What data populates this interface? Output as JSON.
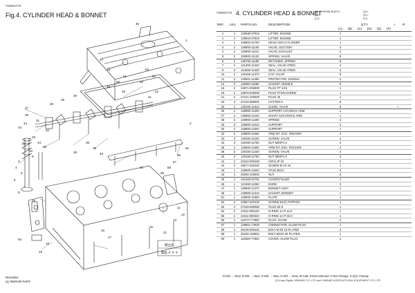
{
  "left_page": {
    "page_code": "Y00W2770",
    "figure_title": "Fig.4.  CYLINDER HEAD & BONNET",
    "remarks": {
      "title": "Remarks:",
      "note": "(1) REPAIR PART."
    },
    "callouts": [
      "1",
      "2",
      "3",
      "4",
      "5",
      "6",
      "7",
      "8",
      "9",
      "10",
      "11",
      "12",
      "13",
      "16",
      "17",
      "18",
      "19",
      "20",
      "21",
      "22",
      "23",
      "25",
      "26",
      "27",
      "28",
      "29",
      "30",
      "31",
      "32",
      "33",
      "34",
      "35",
      "36",
      "38",
      "39",
      "40",
      "41",
      "42",
      "43",
      "44",
      "45",
      "46",
      "47",
      "48",
      "49",
      "50",
      "51",
      "52",
      "53",
      "54",
      "55",
      "56",
      "57",
      "58",
      "59",
      "60"
    ],
    "diagram_labels": {
      "block_label_jp": "組立品",
      "block_label_en": "単品 ✕ ✕ ✕"
    }
  },
  "right_page": {
    "page_code": "Y00W2770",
    "section_title": "4.  CYLINDER HEAD & BONNET",
    "model_legend": [
      "(A)=4TNE88-BQFLC",
      "(B)=",
      "(C)=",
      "(D)=",
      "(E)=",
      "(F)="
    ],
    "headers": {
      "ref": "REF.",
      "lev": "LEV.",
      "parts_no": "PARTS NO.",
      "description": "DESCRIPTION",
      "qty": "Q'TY",
      "i": "I",
      "r": "R",
      "qty_cols": [
        "(A)",
        "(B)",
        "(C)",
        "(D)",
        "(E)",
        "(F)"
      ]
    },
    "rows": [
      {
        "ref": "1",
        "lev": "1",
        "parts_no": "129930-07910",
        "desc": "LIFTER, ENGINE",
        "qty": "1",
        "i": "",
        "grp": true
      },
      {
        "ref": "1",
        "lev": "1",
        "parts_no": "129910-07910",
        "desc": "LIFTER, ENGINE",
        "qty": "1",
        "i": "",
        "grp": false
      },
      {
        "ref": "2",
        "lev": "1",
        "parts_no": "129903-11700",
        "desc": "HEAD ASSY,CYLINDER",
        "qty": "1",
        "i": "",
        "grp": false
      },
      {
        "ref": "3",
        "lev": "2",
        "parts_no": "129900-11100",
        "desc": "VALVE, SUCTION",
        "qty": "4",
        "i": "",
        "grp": false
      },
      {
        "ref": "4",
        "lev": "2",
        "parts_no": "129900-11110",
        "desc": "VALVE, EXHAUST",
        "qty": "4",
        "i": "",
        "grp": false
      },
      {
        "ref": "5",
        "lev": "2",
        "parts_no": "129900-11120",
        "desc": "SPRING, VALVE",
        "qty": "8",
        "i": "",
        "grp": false
      },
      {
        "ref": "6",
        "lev": "2",
        "parts_no": "125795-11180",
        "desc": "RETAINER, SPRING",
        "qty": "8",
        "i": "",
        "grp": true
      },
      {
        "ref": "7",
        "lev": "2",
        "parts_no": "121400-11340",
        "desc": "SEAL, VALVE STEM",
        "qty": "4",
        "i": "",
        "grp": false
      },
      {
        "ref": "8",
        "lev": "2",
        "parts_no": "124450-11340",
        "desc": "SEAL, VALVE STEM",
        "qty": "4",
        "i": "",
        "grp": false
      },
      {
        "ref": "10",
        "lev": "2",
        "parts_no": "129150-11370",
        "desc": "CAP, VALVE",
        "qty": "8",
        "i": "",
        "grp": false
      },
      {
        "ref": "11",
        "lev": "2",
        "parts_no": "129901-11460",
        "desc": "PROTECTOR, NOZZLE",
        "qty": "4",
        "i": "",
        "grp": false
      },
      {
        "ref": "12",
        "lev": "2",
        "parts_no": "119600-11660",
        "desc": "GASKET, NOZZLE",
        "qty": "8",
        "i": "",
        "grp": true
      },
      {
        "ref": "16",
        "lev": "2",
        "parts_no": "23871-005000",
        "desc": "PLUG PT 1/16",
        "qty": "1",
        "i": "",
        "grp": false
      },
      {
        "ref": "19",
        "lev": "2",
        "parts_no": "23876-030000",
        "desc": "PLUG PT3/8,SCREW",
        "qty": "1",
        "i": "",
        "grp": false
      },
      {
        "ref": "21",
        "lev": "2",
        "parts_no": "27241-400000",
        "desc": "PLUG 40",
        "qty": "1",
        "i": "",
        "grp": false
      },
      {
        "ref": "23",
        "lev": "2",
        "parts_no": "27310-080001",
        "desc": "COTTER  8",
        "qty": "8",
        "i": "",
        "grp": false
      },
      {
        "ref": "25",
        "lev": "1",
        "parts_no": "129155-11810",
        "desc": "GUIDE, VALVE",
        "qty": "8",
        "i": "I",
        "grp": false
      },
      {
        "ref": "26",
        "lev": "1",
        "parts_no": "129900-11200",
        "desc": "SUPPORT ASY,ROCK ARM",
        "qty": "1",
        "i": "",
        "grp": true
      },
      {
        "ref": "27",
        "lev": "2",
        "parts_no": "129900-11240",
        "desc": "SHAFT ASSY,ROCK ARM",
        "qty": "1",
        "i": "",
        "grp": false
      },
      {
        "ref": "28",
        "lev": "3",
        "parts_no": "129900-11280",
        "desc": "SPRING",
        "qty": "3",
        "i": "",
        "grp": false
      },
      {
        "ref": "29",
        "lev": "3",
        "parts_no": "129900-11510",
        "desc": "SUPPORT",
        "qty": "3",
        "i": "",
        "grp": false
      },
      {
        "ref": "30",
        "lev": "2",
        "parts_no": "129900-11520",
        "desc": "SUPPORT",
        "qty": "1",
        "i": "",
        "grp": false
      },
      {
        "ref": "32",
        "lev": "2",
        "parts_no": "129900-11650",
        "desc": "ARM KIT, SUC. ROCKER",
        "qty": "4",
        "i": "",
        "grp": true
      },
      {
        "ref": "33",
        "lev": "3",
        "parts_no": "129150-11230",
        "desc": "SCREW, VALVE",
        "qty": "4",
        "i": "",
        "grp": false
      },
      {
        "ref": "34",
        "lev": "3",
        "parts_no": "129150-11750",
        "desc": "NUT M8XP1.0",
        "qty": "4",
        "i": "",
        "grp": false
      },
      {
        "ref": "36",
        "lev": "2",
        "parts_no": "129900-11660",
        "desc": "ARM KIT, EXH. ROCKER",
        "qty": "4",
        "i": "",
        "grp": false
      },
      {
        "ref": "38",
        "lev": "3",
        "parts_no": "129150-11230",
        "desc": "SCREW, VALVE",
        "qty": "4",
        "i": "",
        "grp": false
      },
      {
        "ref": "40",
        "lev": "3",
        "parts_no": "129150-11750",
        "desc": "NUT M8XP1.0",
        "qty": "4",
        "i": "",
        "grp": true
      },
      {
        "ref": "41",
        "lev": "2",
        "parts_no": "22242-000180",
        "desc": "CIRCLIP  18",
        "qty": "2",
        "i": "",
        "grp": false
      },
      {
        "ref": "42",
        "lev": "2",
        "parts_no": "26577-040162",
        "desc": "SCREW M 4X 16",
        "qty": "1",
        "i": "",
        "grp": false
      },
      {
        "ref": "43",
        "lev": "1",
        "parts_no": "129900-11530",
        "desc": "STUD BOLT",
        "qty": "3",
        "i": "",
        "grp": false
      },
      {
        "ref": "44",
        "lev": "1",
        "parts_no": "26306-100002",
        "desc": "NUT",
        "qty": "3",
        "i": "",
        "grp": false
      },
      {
        "ref": "45",
        "lev": "1",
        "parts_no": "124160-01751",
        "desc": "COVER,FILLER",
        "qty": "1",
        "i": "",
        "grp": true
      },
      {
        "ref": "46",
        "lev": "1",
        "parts_no": "124160-11360",
        "desc": "KNOB",
        "qty": "3",
        "i": "",
        "grp": false
      },
      {
        "ref": "47",
        "lev": "1",
        "parts_no": "129900-11270",
        "desc": "BONNET ASSY",
        "qty": "1",
        "i": "",
        "grp": false
      },
      {
        "ref": "48",
        "lev": "1",
        "parts_no": "129900-11310",
        "desc": "GASKET, BONNET",
        "qty": "1",
        "i": "",
        "grp": false
      },
      {
        "ref": "51",
        "lev": "1",
        "parts_no": "129900-11600",
        "desc": "PLATE",
        "qty": "1",
        "i": "",
        "grp": false
      },
      {
        "ref": "52",
        "lev": "2",
        "parts_no": "22857-500100",
        "desc": "SCREW 5X10,TAPPING",
        "qty": "1",
        "i": "",
        "grp": true
      },
      {
        "ref": "53",
        "lev": "2",
        "parts_no": "27229-080080",
        "desc": "PLUG  8X 8",
        "qty": "1",
        "i": "",
        "grp": false
      },
      {
        "ref": "54",
        "lev": "2",
        "parts_no": "24311-000120",
        "desc": "O-RING 1A P 12.0",
        "qty": "1",
        "i": "",
        "grp": false
      },
      {
        "ref": "55",
        "lev": "2",
        "parts_no": "24311-000320",
        "desc": "O-RING 1A P-32.0",
        "qty": "1",
        "i": "",
        "grp": false
      },
      {
        "ref": "56",
        "lev": "1",
        "parts_no": "119717-77800",
        "desc": "PLUG, GLOW",
        "qty": "4",
        "i": "",
        "grp": false
      },
      {
        "ref": "57",
        "lev": "1",
        "parts_no": "129901-77820",
        "desc": "CONNECTOR, GLOW PLUG",
        "qty": "1",
        "i": "",
        "grp": true
      },
      {
        "ref": "58",
        "lev": "1",
        "parts_no": "26106-080162",
        "desc": "BOLT M 8X 16 PLATED",
        "qty": "4",
        "i": "",
        "grp": false
      },
      {
        "ref": "59",
        "lev": "1",
        "parts_no": "26106-150652",
        "desc": "BOLT M10X 65 PLATED",
        "qty": "1",
        "i": "",
        "grp": false
      },
      {
        "ref": "60",
        "lev": "1",
        "parts_no": "119326-77820",
        "desc": "COVER, GLOW PLUG",
        "qty": "4",
        "i": "",
        "grp": false
      }
    ],
    "footer_legend": "N:Old → New,  R:Old → New,  O:Old → New,  X:Old → New,  W:Add,  Z:Discontinued,  F:Set Change,  K:Q'ty Change",
    "copyright": "(C)Copy Rights YANMAR CO.,LTD and YANMAR AGRICULTURAL EQUIPMENT CO.,LTD"
  },
  "colors": {
    "line": "#222222",
    "grid": "#bbbbbb"
  }
}
